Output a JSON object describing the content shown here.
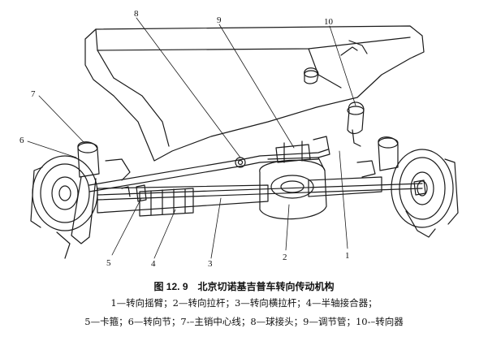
{
  "callouts": [
    "8",
    "9",
    "10",
    "7",
    "6",
    "5",
    "4",
    "3",
    "2",
    "1"
  ],
  "caption": {
    "number": "图 12. 9",
    "title": "北京切诺基吉普车转向传动机构"
  },
  "legend": {
    "line1": "1—转向摇臂；2—转向拉杆；3—转向横拉杆；4—半轴接合器；",
    "line2": "5—卡箍；6—转向节；7-–主销中心线；8—球接头；9—调节管；10-–转向器"
  }
}
